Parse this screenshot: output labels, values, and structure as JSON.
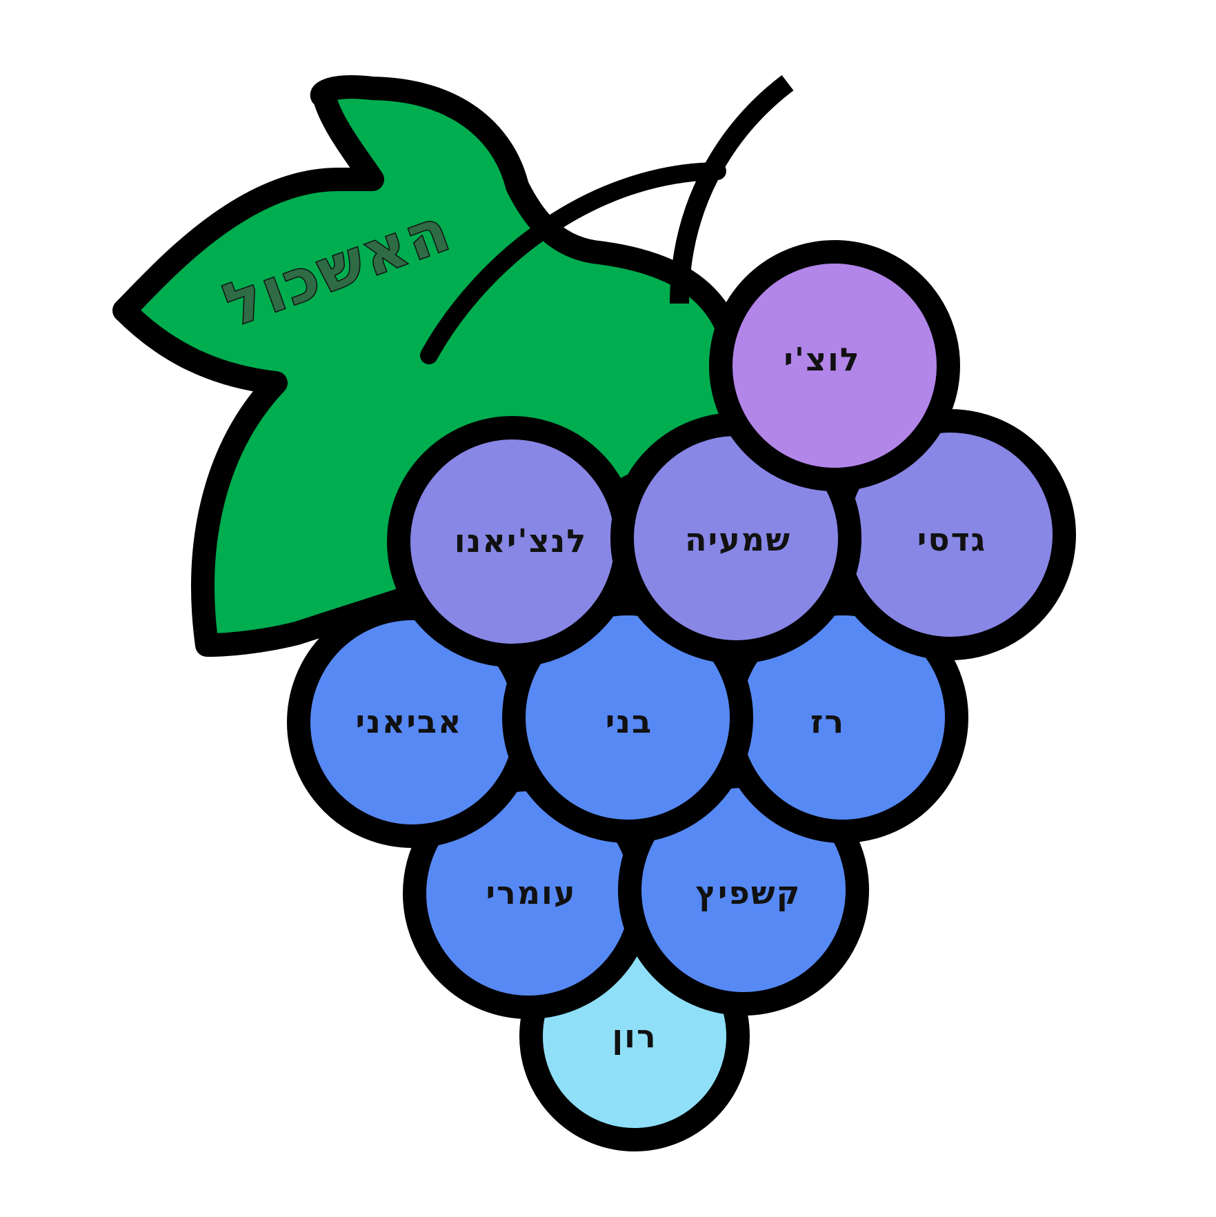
{
  "title": "האשכול",
  "colors": {
    "leaf": "#00ad4f",
    "outline": "#000000",
    "title_text": "#2f6b45",
    "grape_purple": "#b285e8",
    "grape_violet": "#8887e6",
    "grape_blue": "#5789f4",
    "grape_light_blue": "#8fdff8"
  },
  "grapes": [
    {
      "id": "grape-1",
      "label": "לוצ'י",
      "color": "#b285e8"
    },
    {
      "id": "grape-2",
      "label": "לנצ'יאנו",
      "color": "#8887e6"
    },
    {
      "id": "grape-3",
      "label": "שמעיה",
      "color": "#8887e6"
    },
    {
      "id": "grape-4",
      "label": "גדסי",
      "color": "#8887e6"
    },
    {
      "id": "grape-5",
      "label": "אביאני",
      "color": "#5789f4"
    },
    {
      "id": "grape-6",
      "label": "בני",
      "color": "#5789f4"
    },
    {
      "id": "grape-7",
      "label": "רז",
      "color": "#5789f4"
    },
    {
      "id": "grape-8",
      "label": "עומרי",
      "color": "#5789f4"
    },
    {
      "id": "grape-9",
      "label": "קשפיץ",
      "color": "#5789f4"
    },
    {
      "id": "grape-10",
      "label": "רון",
      "color": "#8fdff8"
    }
  ]
}
